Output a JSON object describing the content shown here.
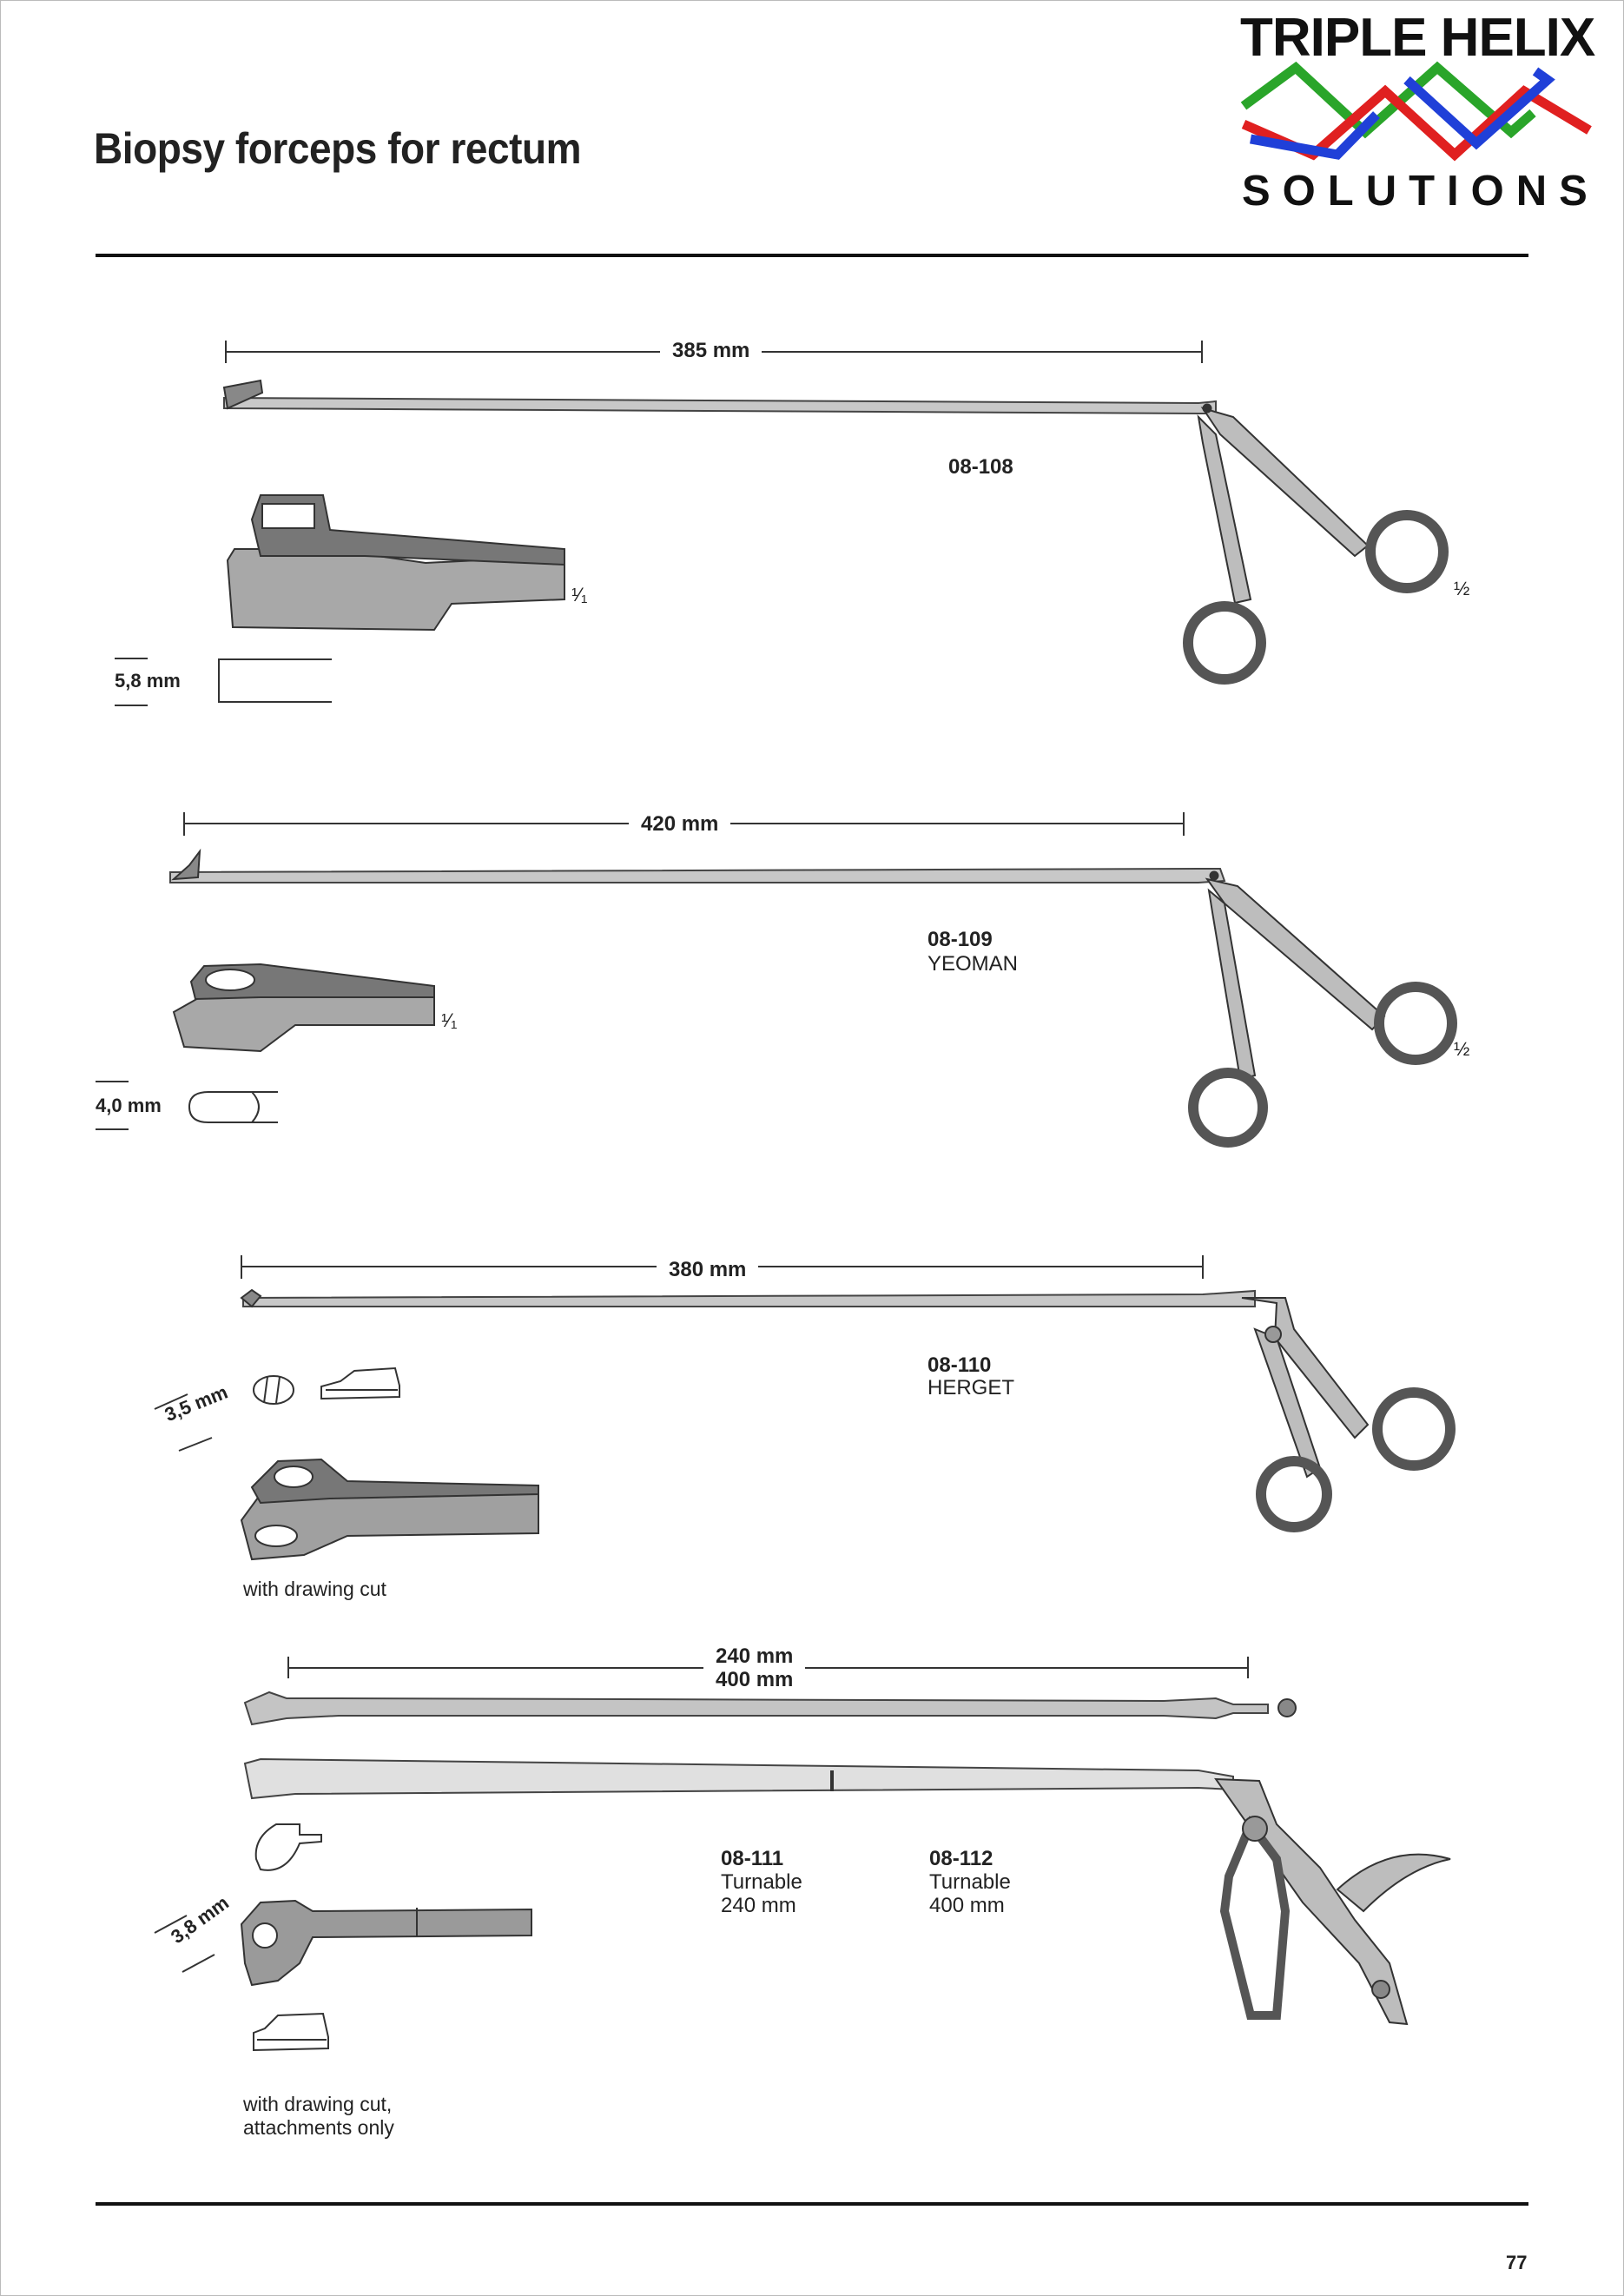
{
  "page": {
    "title": "Biopsy forceps for rectum",
    "page_number": "77"
  },
  "logo": {
    "line1": "TRIPLE HELIX",
    "line2": "SOLUTIONS",
    "colors": {
      "green": "#2aa52a",
      "red": "#e02020",
      "blue": "#2040d8"
    }
  },
  "items": [
    {
      "dimension": "385 mm",
      "code": "08-108",
      "name": "",
      "scale_tip": "¹⁄₁",
      "scale_handle": "½",
      "jaw_size": "5,8 mm"
    },
    {
      "dimension": "420 mm",
      "code": "08-109",
      "name": "YEOMAN",
      "scale_tip": "¹⁄₁",
      "scale_handle": "½",
      "jaw_size": "4,0 mm"
    },
    {
      "dimension": "380 mm",
      "code": "08-110",
      "name": "HERGET",
      "jaw_size": "3,5 mm",
      "caption": "with drawing cut"
    },
    {
      "dimension_line1": "240 mm",
      "dimension_line2": "400 mm",
      "jaw_size": "3,8 mm",
      "caption_line1": "with drawing cut,",
      "caption_line2": "attachments only"
    }
  ],
  "variants": [
    {
      "code": "08-111",
      "line1": "Turnable",
      "line2": "240 mm"
    },
    {
      "code": "08-112",
      "line1": "Turnable",
      "line2": "400 mm"
    }
  ]
}
